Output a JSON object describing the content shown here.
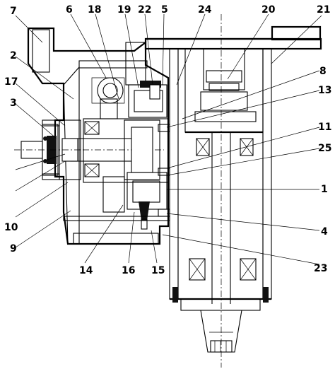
{
  "callouts": [
    {
      "id": "c7",
      "text": "7"
    },
    {
      "id": "c6",
      "text": "6"
    },
    {
      "id": "c18",
      "text": "18"
    },
    {
      "id": "c19",
      "text": "19"
    },
    {
      "id": "c22",
      "text": "22"
    },
    {
      "id": "c5",
      "text": "5"
    },
    {
      "id": "c24",
      "text": "24"
    },
    {
      "id": "c20",
      "text": "20"
    },
    {
      "id": "c21",
      "text": "21"
    },
    {
      "id": "c2",
      "text": "2"
    },
    {
      "id": "c17",
      "text": "17"
    },
    {
      "id": "c3",
      "text": "3"
    },
    {
      "id": "c8",
      "text": "8"
    },
    {
      "id": "c13",
      "text": "13"
    },
    {
      "id": "c11",
      "text": "11"
    },
    {
      "id": "c25",
      "text": "25"
    },
    {
      "id": "c1",
      "text": "1"
    },
    {
      "id": "c10",
      "text": "10"
    },
    {
      "id": "c4",
      "text": "4"
    },
    {
      "id": "c9",
      "text": "9"
    },
    {
      "id": "c14",
      "text": "14"
    },
    {
      "id": "c16",
      "text": "16"
    },
    {
      "id": "c15",
      "text": "15"
    },
    {
      "id": "c23",
      "text": "23"
    }
  ]
}
